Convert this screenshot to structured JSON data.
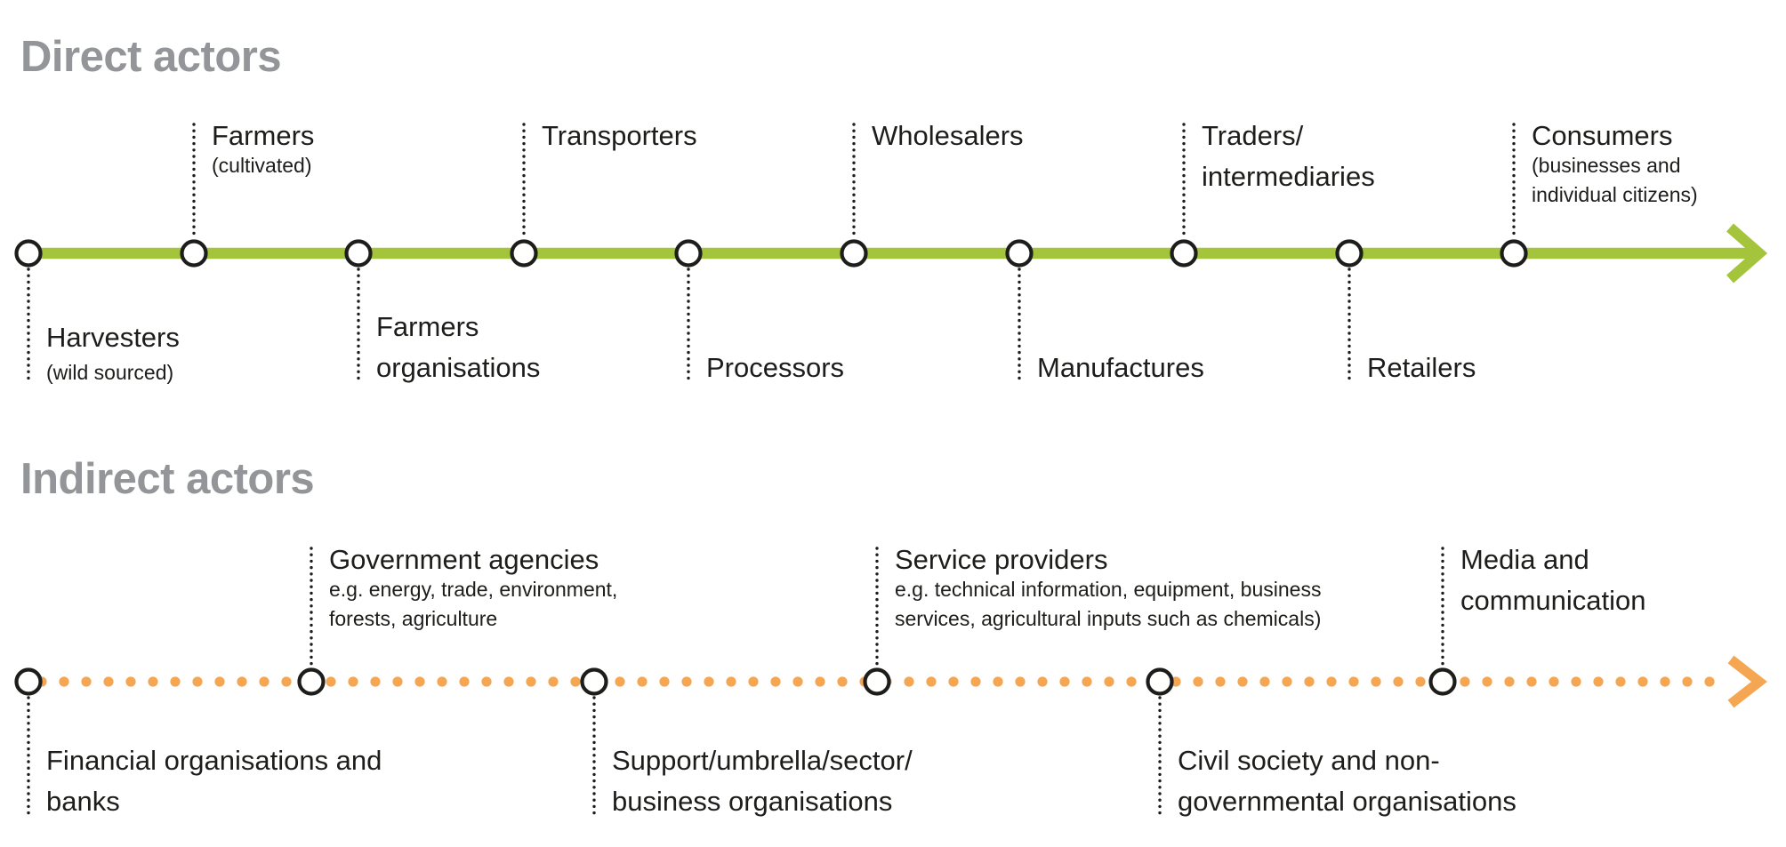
{
  "colors": {
    "direct_line": "#A3C43B",
    "indirect_dots": "#F4A652",
    "node_stroke": "#1d1d1b",
    "heading": "#939598"
  },
  "direct": {
    "title": "Direct actors",
    "line_style": "solid",
    "nodes": [
      {
        "position": "below",
        "lines": [
          "Harvesters"
        ],
        "sub": [
          "(wild sourced)"
        ]
      },
      {
        "position": "above",
        "lines": [
          "Farmers"
        ],
        "sub": [
          "(cultivated)"
        ]
      },
      {
        "position": "below",
        "lines": [
          "Farmers",
          "organisations"
        ],
        "sub": []
      },
      {
        "position": "above",
        "lines": [
          "Transporters"
        ],
        "sub": []
      },
      {
        "position": "below",
        "lines": [
          "Processors"
        ],
        "sub": []
      },
      {
        "position": "above",
        "lines": [
          "Wholesalers"
        ],
        "sub": []
      },
      {
        "position": "below",
        "lines": [
          "Manufactures"
        ],
        "sub": []
      },
      {
        "position": "above",
        "lines": [
          "Traders/",
          "intermediaries"
        ],
        "sub": []
      },
      {
        "position": "below",
        "lines": [
          "Retailers"
        ],
        "sub": []
      },
      {
        "position": "above",
        "lines": [
          "Consumers"
        ],
        "sub": [
          "(businesses and",
          "individual citizens)"
        ]
      }
    ]
  },
  "indirect": {
    "title": "Indirect actors",
    "line_style": "dotted",
    "nodes": [
      {
        "position": "below",
        "lines": [
          "Financial organisations and",
          "banks"
        ],
        "sub": []
      },
      {
        "position": "above",
        "lines": [
          "Government agencies"
        ],
        "sub": [
          "e.g. energy, trade, environment,",
          "forests, agriculture"
        ]
      },
      {
        "position": "below",
        "lines": [
          "Support/umbrella/sector/",
          "business organisations"
        ],
        "sub": []
      },
      {
        "position": "above",
        "lines": [
          "Service providers"
        ],
        "sub": [
          "e.g. technical information, equipment, business",
          "services, agricultural inputs such as chemicals)"
        ]
      },
      {
        "position": "below",
        "lines": [
          "Civil society and non-",
          "governmental organisations"
        ],
        "sub": []
      },
      {
        "position": "above",
        "lines": [
          "Media and",
          "communication"
        ],
        "sub": []
      }
    ]
  }
}
